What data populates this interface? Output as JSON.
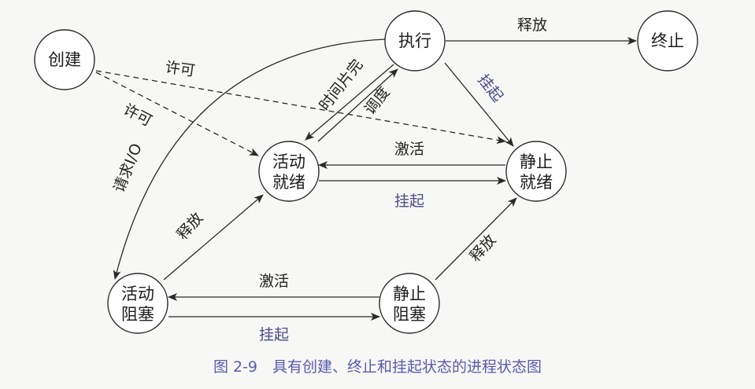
{
  "caption": "图 2-9　具有创建、终止和挂起状态的进程状态图",
  "colors": {
    "stroke": "#2a2a2a",
    "blue_label": "#4a4a8c",
    "caption": "#5a5ab0"
  },
  "states": [
    {
      "id": "create",
      "lines": [
        "创建"
      ]
    },
    {
      "id": "execute",
      "lines": [
        "执行"
      ]
    },
    {
      "id": "terminate",
      "lines": [
        "终止"
      ]
    },
    {
      "id": "active-ready",
      "lines": [
        "活动",
        "就绪"
      ]
    },
    {
      "id": "static-ready",
      "lines": [
        "静止",
        "就绪"
      ]
    },
    {
      "id": "active-blocked",
      "lines": [
        "活动",
        "阻塞"
      ]
    },
    {
      "id": "static-blocked",
      "lines": [
        "静止",
        "阻塞"
      ]
    }
  ],
  "edges": [
    {
      "id": "execute-terminate",
      "from": "execute",
      "to": "terminate",
      "label": "释放",
      "style": "solid"
    },
    {
      "id": "create-activeready",
      "from": "create",
      "to": "active-ready",
      "label": "许可",
      "style": "dashed"
    },
    {
      "id": "create-staticready",
      "from": "create",
      "to": "static-ready",
      "label": "许可",
      "style": "dashed"
    },
    {
      "id": "execute-activeready",
      "from": "execute",
      "to": "active-ready",
      "label": "时间片完",
      "style": "solid"
    },
    {
      "id": "activeready-execute",
      "from": "active-ready",
      "to": "execute",
      "label": "调度",
      "style": "solid"
    },
    {
      "id": "execute-staticready",
      "from": "execute",
      "to": "static-ready",
      "label": "挂起",
      "style": "solid",
      "color": "blue"
    },
    {
      "id": "staticready-activeready",
      "from": "static-ready",
      "to": "active-ready",
      "label": "激活",
      "style": "solid"
    },
    {
      "id": "activeready-staticready",
      "from": "active-ready",
      "to": "static-ready",
      "label": "挂起",
      "style": "solid",
      "color": "blue"
    },
    {
      "id": "execute-activeblocked",
      "from": "execute",
      "to": "active-blocked",
      "label": "请求I/O",
      "style": "solid"
    },
    {
      "id": "activeblocked-activeready",
      "from": "active-blocked",
      "to": "active-ready",
      "label": "释放",
      "style": "solid"
    },
    {
      "id": "staticblocked-activeblocked",
      "from": "static-blocked",
      "to": "active-blocked",
      "label": "激活",
      "style": "solid"
    },
    {
      "id": "activeblocked-staticblocked",
      "from": "active-blocked",
      "to": "static-blocked",
      "label": "挂起",
      "style": "solid",
      "color": "blue"
    },
    {
      "id": "staticblocked-staticready",
      "from": "static-blocked",
      "to": "static-ready",
      "label": "释放",
      "style": "solid"
    }
  ]
}
